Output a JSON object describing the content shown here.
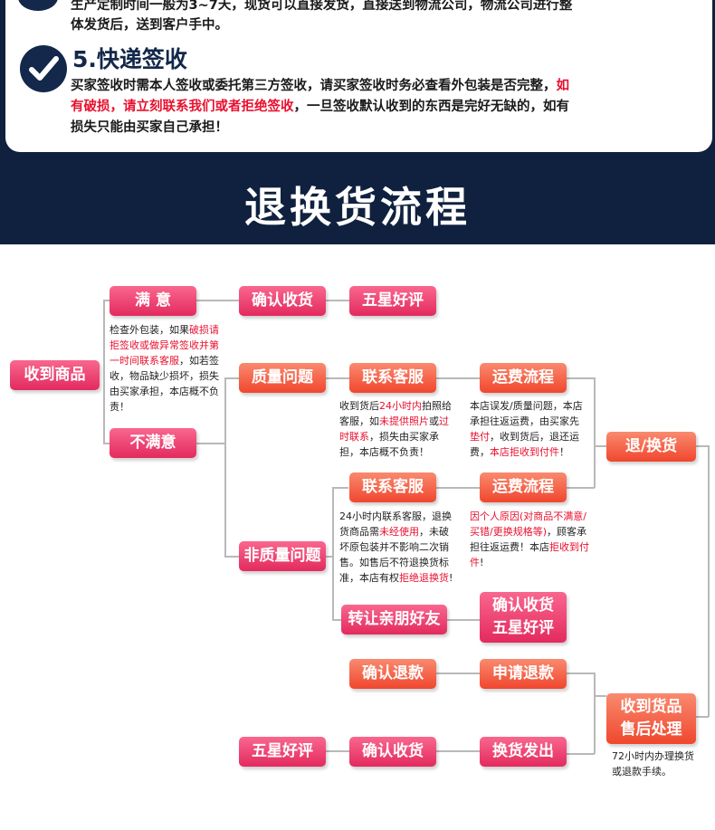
{
  "top": {
    "line1": "生产定制时间一般为3~7天，现货可以直接发货，直接送到物流公司，物流公司进行整",
    "line2": "体发货后，送到客户手中。",
    "step5_title": "5.快递签收",
    "para_a": "买家签收时需本人签收或委托第三方签收，请买家签收时务必查看外包装是否完整，",
    "para_a_red": "如",
    "para_b_red": "有破损，请立刻联系我们或者拒绝签收",
    "para_b": "，一旦签收默认收到的东西是完好无缺的，如有",
    "para_c": "损失只能由买家自己承担！"
  },
  "section_title": "退换货流程",
  "flow": {
    "receive": "收到商品",
    "satisfied": "满 意",
    "confirm_receipt_1": "确认收货",
    "five_star_1": "五星好评",
    "note_satisfied": {
      "p1": "检查外包装，如果",
      "p1_red": "破损请拒签收或做异常签收并第一时间联系客服",
      "p2": "，如若签收，物品缺少损坏，损失由买家承担，本店概不负责！"
    },
    "unsatisfied": "不满意",
    "quality_issue": "质量问题",
    "contact_cs_1": "联系客服",
    "shipping_flow_1": "运费流程",
    "note_cs_1": {
      "a": "收到货后",
      "a_red": "24小时内",
      "b": "拍照给客服，如",
      "b_red": "未提供照片",
      "c": "或",
      "c_red": "过时联系",
      "d": "，损失由买家承担，本店概不负责！"
    },
    "note_ship_1": {
      "a": "本店误发/质量问题，本店承担往返运费，由买家先",
      "a_red": "垫付",
      "b": "，收到货后，退还运费，",
      "b_red": "本店拒收到付件",
      "c": "！"
    },
    "return_exchange": "退/换货",
    "non_quality_issue": "非质量问题",
    "contact_cs_2": "联系客服",
    "shipping_flow_2": "运费流程",
    "note_cs_2": {
      "a": "24小时内联系客服，退换货商品需",
      "a_red": "未经使用",
      "b": "，未破坏原包装并不影响二次销售。如售后不符退换货标准，本店有权",
      "b_red": "拒绝退换货",
      "c": "!"
    },
    "note_ship_2": {
      "a_red": "因个人原因(对商品不满意/买错/更换规格等)",
      "b": "，顾客承担往返运费！本店",
      "b_red": "拒收到付件",
      "c": "!"
    },
    "transfer_friend": "转让亲朋好友",
    "confirm_five_l1": "确认收货",
    "confirm_five_l2": "五星好评",
    "confirm_refund": "确认退款",
    "apply_refund": "申请退款",
    "received_l1": "收到货品",
    "received_l2": "售后处理",
    "note_72": "72小时内办理换货或退款手续。",
    "five_star_2": "五星好评",
    "confirm_receipt_2": "确认收货",
    "exchange_ship": "换货发出"
  }
}
